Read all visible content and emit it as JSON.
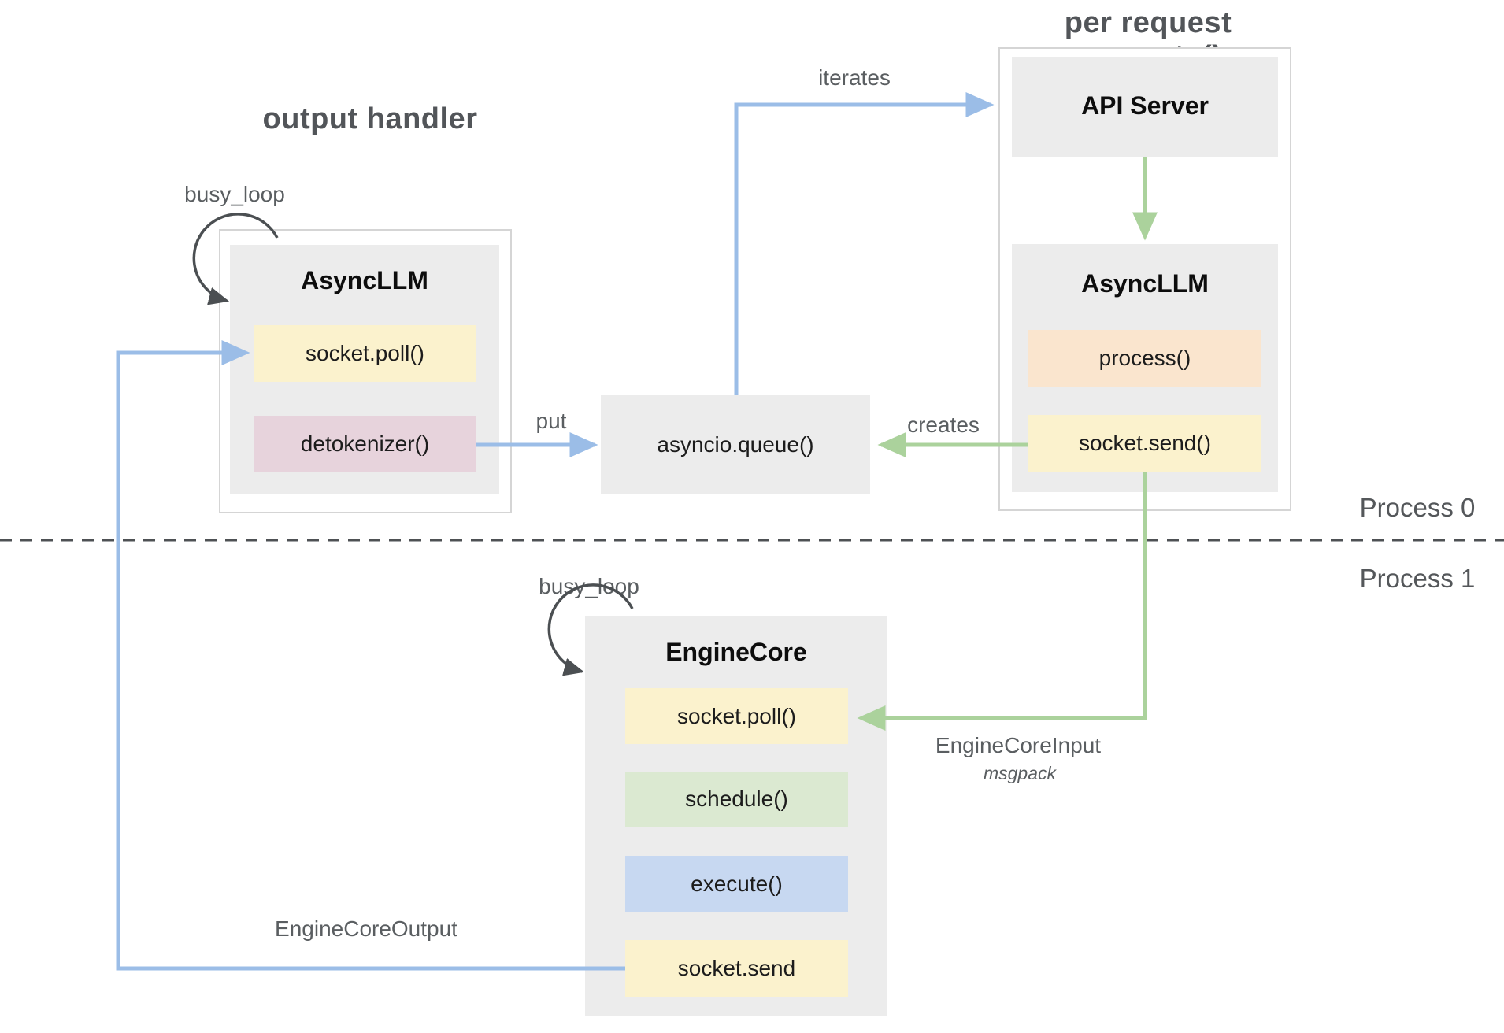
{
  "headers": {
    "output_handler": "output handler",
    "per_request_generate": "per request generate()"
  },
  "process_labels": {
    "process0": "Process 0",
    "process1": "Process 1"
  },
  "arrow_labels": {
    "iterates": "iterates",
    "put": "put",
    "creates": "creates",
    "busy_loop_top": "busy_loop",
    "busy_loop_bottom": "busy_loop",
    "engine_core_input": "EngineCoreInput",
    "engine_core_input_format": "msgpack",
    "engine_core_output": "EngineCoreOutput"
  },
  "nodes": {
    "async_llm_left": {
      "title": "AsyncLLM",
      "methods": {
        "socket_poll": "socket.poll()",
        "detokenizer": "detokenizer()"
      }
    },
    "api_server": {
      "title": "API Server"
    },
    "async_llm_right": {
      "title": "AsyncLLM",
      "methods": {
        "process": "process()",
        "socket_send": "socket.send()"
      }
    },
    "asyncio_queue": {
      "title": "asyncio.queue()"
    },
    "engine_core": {
      "title": "EngineCore",
      "methods": {
        "socket_poll": "socket.poll()",
        "schedule": "schedule()",
        "execute": "execute()",
        "socket_send": "socket.send"
      }
    }
  },
  "colors": {
    "arrow_blue": "#9bbde7",
    "arrow_green": "#abd29c",
    "loop_arrow_dark": "#4b4f52",
    "dashed_divider": "#4e5154",
    "node_gray": "#ececec",
    "method_yellow": "#fbf2cd",
    "method_pink": "#e7d3dc",
    "method_peach": "#fae5ce",
    "method_green": "#dbe9d1",
    "method_blue": "#c7d8f1",
    "label_gray": "#5a5e61"
  }
}
